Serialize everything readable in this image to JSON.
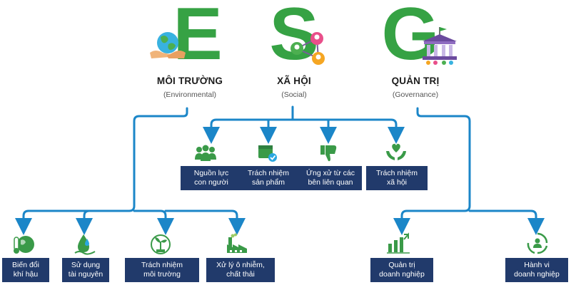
{
  "pillars": [
    {
      "letter": "E",
      "title": "MÔI TRƯỜNG",
      "subtitle": "(Environmental)"
    },
    {
      "letter": "S",
      "title": "XÃ HỘI",
      "subtitle": "(Social)"
    },
    {
      "letter": "G",
      "title": "QUẢN TRỊ",
      "subtitle": "(Governance)"
    }
  ],
  "social_items": [
    {
      "line1": "Nguồn lực",
      "line2": "con người",
      "icon": "people-group-icon"
    },
    {
      "line1": "Trách nhiệm",
      "line2": "sản phẩm",
      "icon": "product-check-icon"
    },
    {
      "line1": "Ứng xử từ các",
      "line2": "bên liên quan",
      "icon": "thumbs-down-icon"
    },
    {
      "line1": "Trách nhiệm",
      "line2": "xã hội",
      "icon": "heart-hands-icon"
    }
  ],
  "environment_items": [
    {
      "line1": "Biến đổi",
      "line2": "khí hậu",
      "icon": "globe-thermometer-icon"
    },
    {
      "line1": "Sử dụng",
      "line2": "tài nguyên",
      "icon": "water-drop-icon"
    },
    {
      "line1": "Trách nhiệm",
      "line2": "môi trường",
      "icon": "plant-sprout-icon"
    },
    {
      "line1": "Xử lý ô nhiễm,",
      "line2": "chất thải",
      "icon": "factory-icon"
    }
  ],
  "governance_items": [
    {
      "line1": "Quản trị",
      "line2": "doanh nghiệp",
      "icon": "bar-chart-people-icon"
    },
    {
      "line1": "Hành vi",
      "line2": "doanh nghiệp",
      "icon": "recycle-person-icon"
    }
  ],
  "colors": {
    "green": "#36a244",
    "blue_line": "#1b86c8",
    "box_navy": "#213a6b"
  }
}
